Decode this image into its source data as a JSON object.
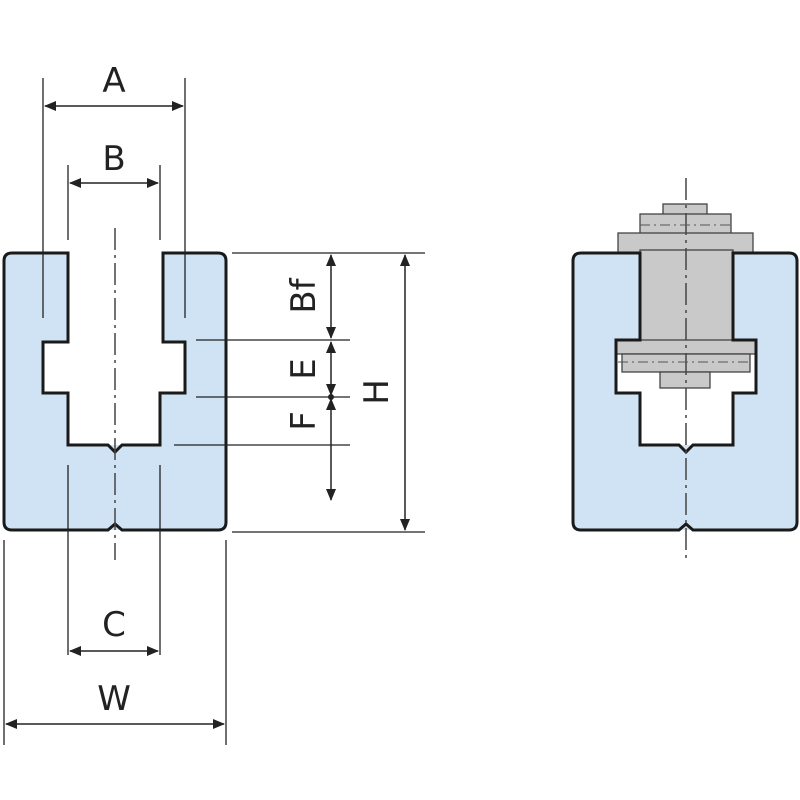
{
  "colors": {
    "body_fill": "#cfe3f4",
    "outline": "#1a1a1a",
    "bolt_fill": "#c9c9c9",
    "line": "#222222"
  },
  "labels": {
    "A": "A",
    "B": "B",
    "C": "C",
    "W": "W",
    "Bf": "Bf",
    "E": "E",
    "F": "F",
    "H": "H"
  }
}
